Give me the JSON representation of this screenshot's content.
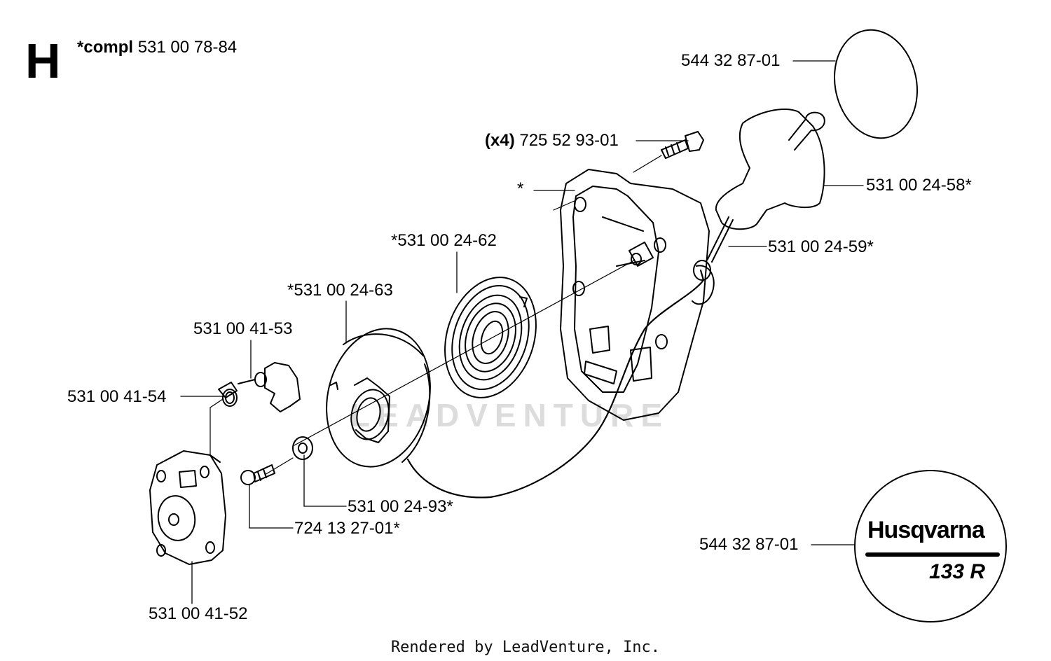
{
  "section": {
    "letter": "H",
    "compl_prefix": "*compl",
    "compl_number": "531 00 78-84"
  },
  "labels": {
    "sticker_top": "544 32 87-01",
    "screw_x4_prefix": "(x4)",
    "screw_x4": "725 52 93-01",
    "star": "*",
    "handle": "531 00 24-58*",
    "rope": "531 00 24-59*",
    "spring": "*531 00 24-62",
    "pulley": "*531 00 24-63",
    "pawl": "531 00 41-53",
    "pawl_spring": "531 00 41-54",
    "washer": "531 00 24-93*",
    "screw": "724 13 27-01*",
    "cover_plate": "531 00 41-52",
    "sticker_bottom": "544 32 87-01"
  },
  "logo": {
    "brand": "Husqvarna",
    "model": "133 R"
  },
  "watermark": "LEADVENTURE",
  "footer": "Rendered by LeadVenture, Inc."
}
